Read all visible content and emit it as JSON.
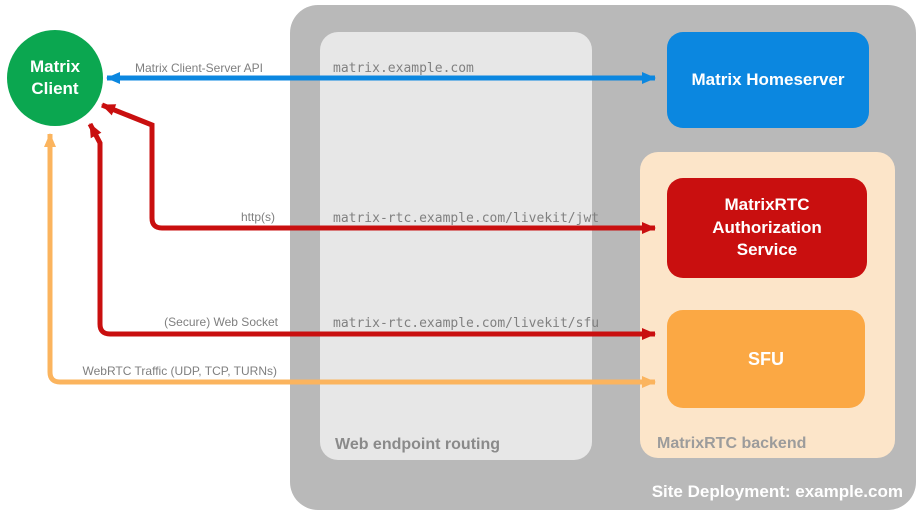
{
  "colors": {
    "client_green": "#0BA750",
    "homeserver_blue": "#0B87E0",
    "auth_red": "#C90F0F",
    "sfu_orange": "#FBA844",
    "webrtc_arrow_orange": "#FBB45E",
    "site_container_gray": "#B9B9B9",
    "routing_panel_gray": "#E7E7E7",
    "backend_panel_peach": "#FCE5C9"
  },
  "nodes": {
    "client": {
      "label": "Matrix Client"
    },
    "homeserver": {
      "label": "Matrix Homeserver"
    },
    "auth_service": {
      "label": "MatrixRTC Authorization Service"
    },
    "sfu": {
      "label": "SFU"
    }
  },
  "containers": {
    "site": {
      "label": "Site Deployment: example.com"
    },
    "routing": {
      "label": "Web endpoint routing"
    },
    "backend": {
      "label": "MatrixRTC backend"
    }
  },
  "routes": [
    "matrix.example.com",
    "matrix-rtc.example.com/livekit/jwt",
    "matrix-rtc.example.com/livekit/sfu"
  ],
  "arrows": [
    {
      "label": "Matrix Client-Server API"
    },
    {
      "label": "http(s)"
    },
    {
      "label": "(Secure) Web Socket"
    },
    {
      "label": "WebRTC Traffic (UDP, TCP, TURNs)"
    }
  ]
}
